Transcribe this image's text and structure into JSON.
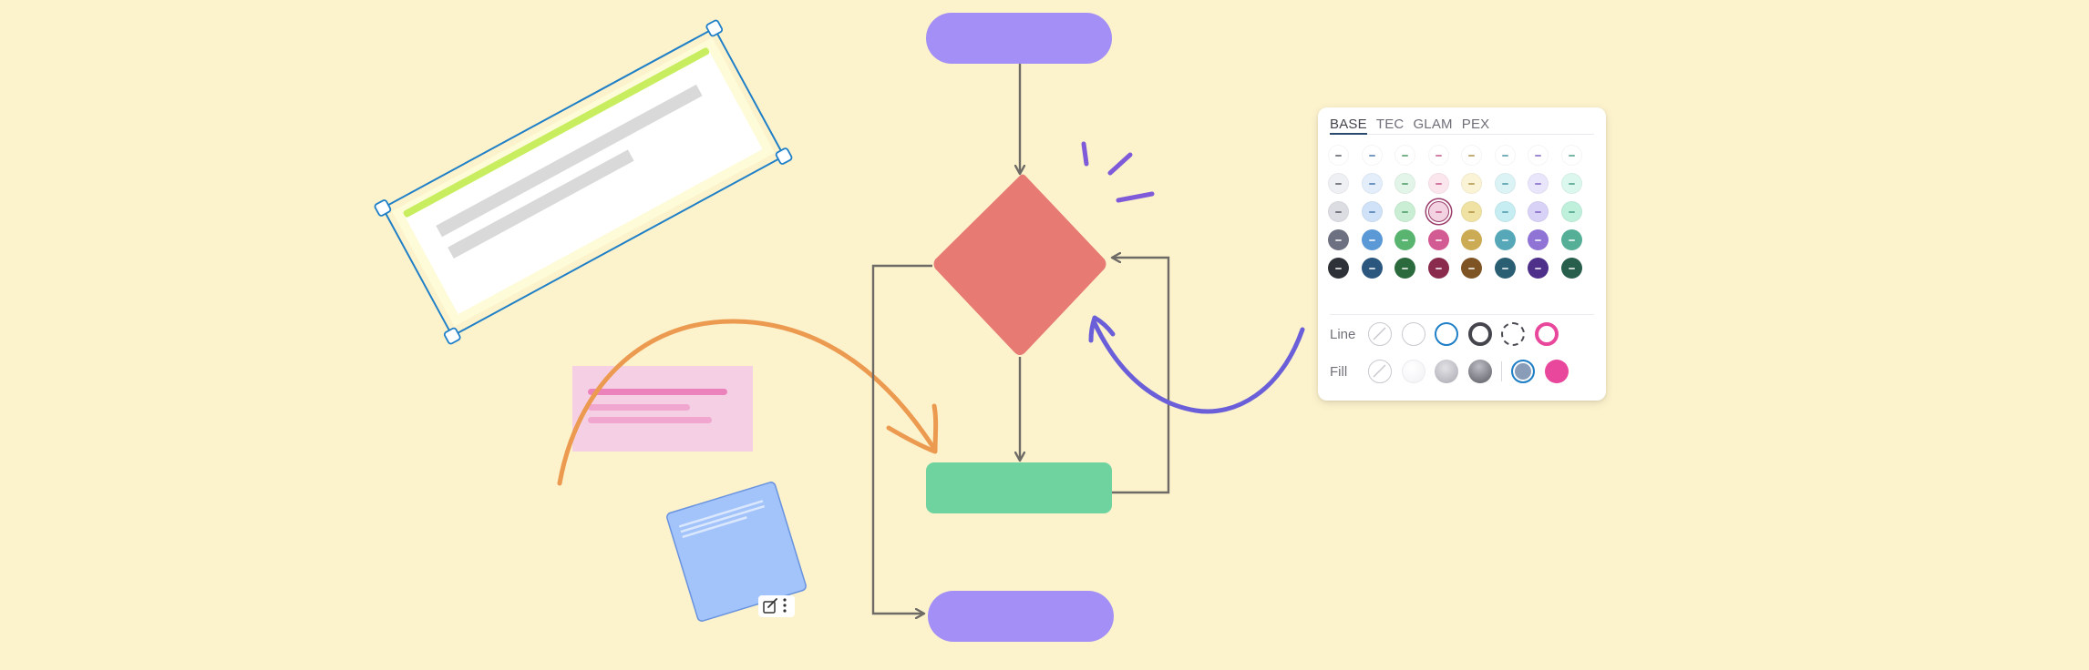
{
  "canvas": {
    "background": "#fcf2cc",
    "shapes": {
      "start_pill": {
        "color": "#a38ff5"
      },
      "end_pill": {
        "color": "#a38ff5"
      },
      "decision_diamond": {
        "color": "#e87a74"
      },
      "process_box": {
        "color": "#6fd3a0"
      },
      "connector_color": "#6e6b66"
    },
    "annotations": {
      "orange_arrow_color": "#eb9a50",
      "blue_arrow_color": "#6a5fd9",
      "sparkle_color": "#7f5ad9",
      "sticky_pink_color": "#f5d0e5",
      "sticky_blue_color": "#a2c4fb",
      "selection_color": "#1f7fc7",
      "selected_card_accent": "#c8ee5f"
    },
    "sticky_toolbar_icons": [
      "edit-icon",
      "more-vertical-icon"
    ]
  },
  "style_panel": {
    "tabs": [
      {
        "label": "BASE",
        "active": true
      },
      {
        "label": "TEC",
        "active": false
      },
      {
        "label": "GLAM",
        "active": false
      },
      {
        "label": "PEX",
        "active": false
      }
    ],
    "swatch_rows": [
      [
        "#ffffff",
        "#ffffff",
        "#ffffff",
        "#ffffff",
        "#ffffff",
        "#ffffff",
        "#ffffff",
        "#ffffff"
      ],
      [
        "#eff0f4",
        "#e4eefb",
        "#e2f5e8",
        "#fbe6ee",
        "#fbf3d6",
        "#dcf3f6",
        "#e9e6fb",
        "#dcf7ee"
      ],
      [
        "#dcdde3",
        "#cfe2f7",
        "#c9eed3",
        "#f3d3e2",
        "#efe2a2",
        "#c6edf1",
        "#d9d2f7",
        "#bff0dc"
      ],
      [
        "#6d7080",
        "#5b98d6",
        "#58b46f",
        "#d35b94",
        "#ccab55",
        "#56a8b8",
        "#8f74d6",
        "#55ae96"
      ],
      [
        "#2e3138",
        "#2b577f",
        "#2a6a3c",
        "#8a2b4e",
        "#7f5424",
        "#2a5e72",
        "#4e2f8a",
        "#275e4c"
      ]
    ],
    "selected_swatch": "row3-col4",
    "line": {
      "label": "Line",
      "options": [
        "line-none-icon",
        "line-thin-light-icon",
        "line-blue-icon",
        "line-thick-dark-icon",
        "line-dashed-icon",
        "line-pink-icon"
      ]
    },
    "fill": {
      "label": "Fill",
      "options": [
        "fill-none-icon",
        "fill-white-icon",
        "fill-gray-gradient-icon",
        "fill-dark-gradient-icon",
        "fill-blue-selected-icon",
        "fill-pink-icon"
      ]
    }
  }
}
